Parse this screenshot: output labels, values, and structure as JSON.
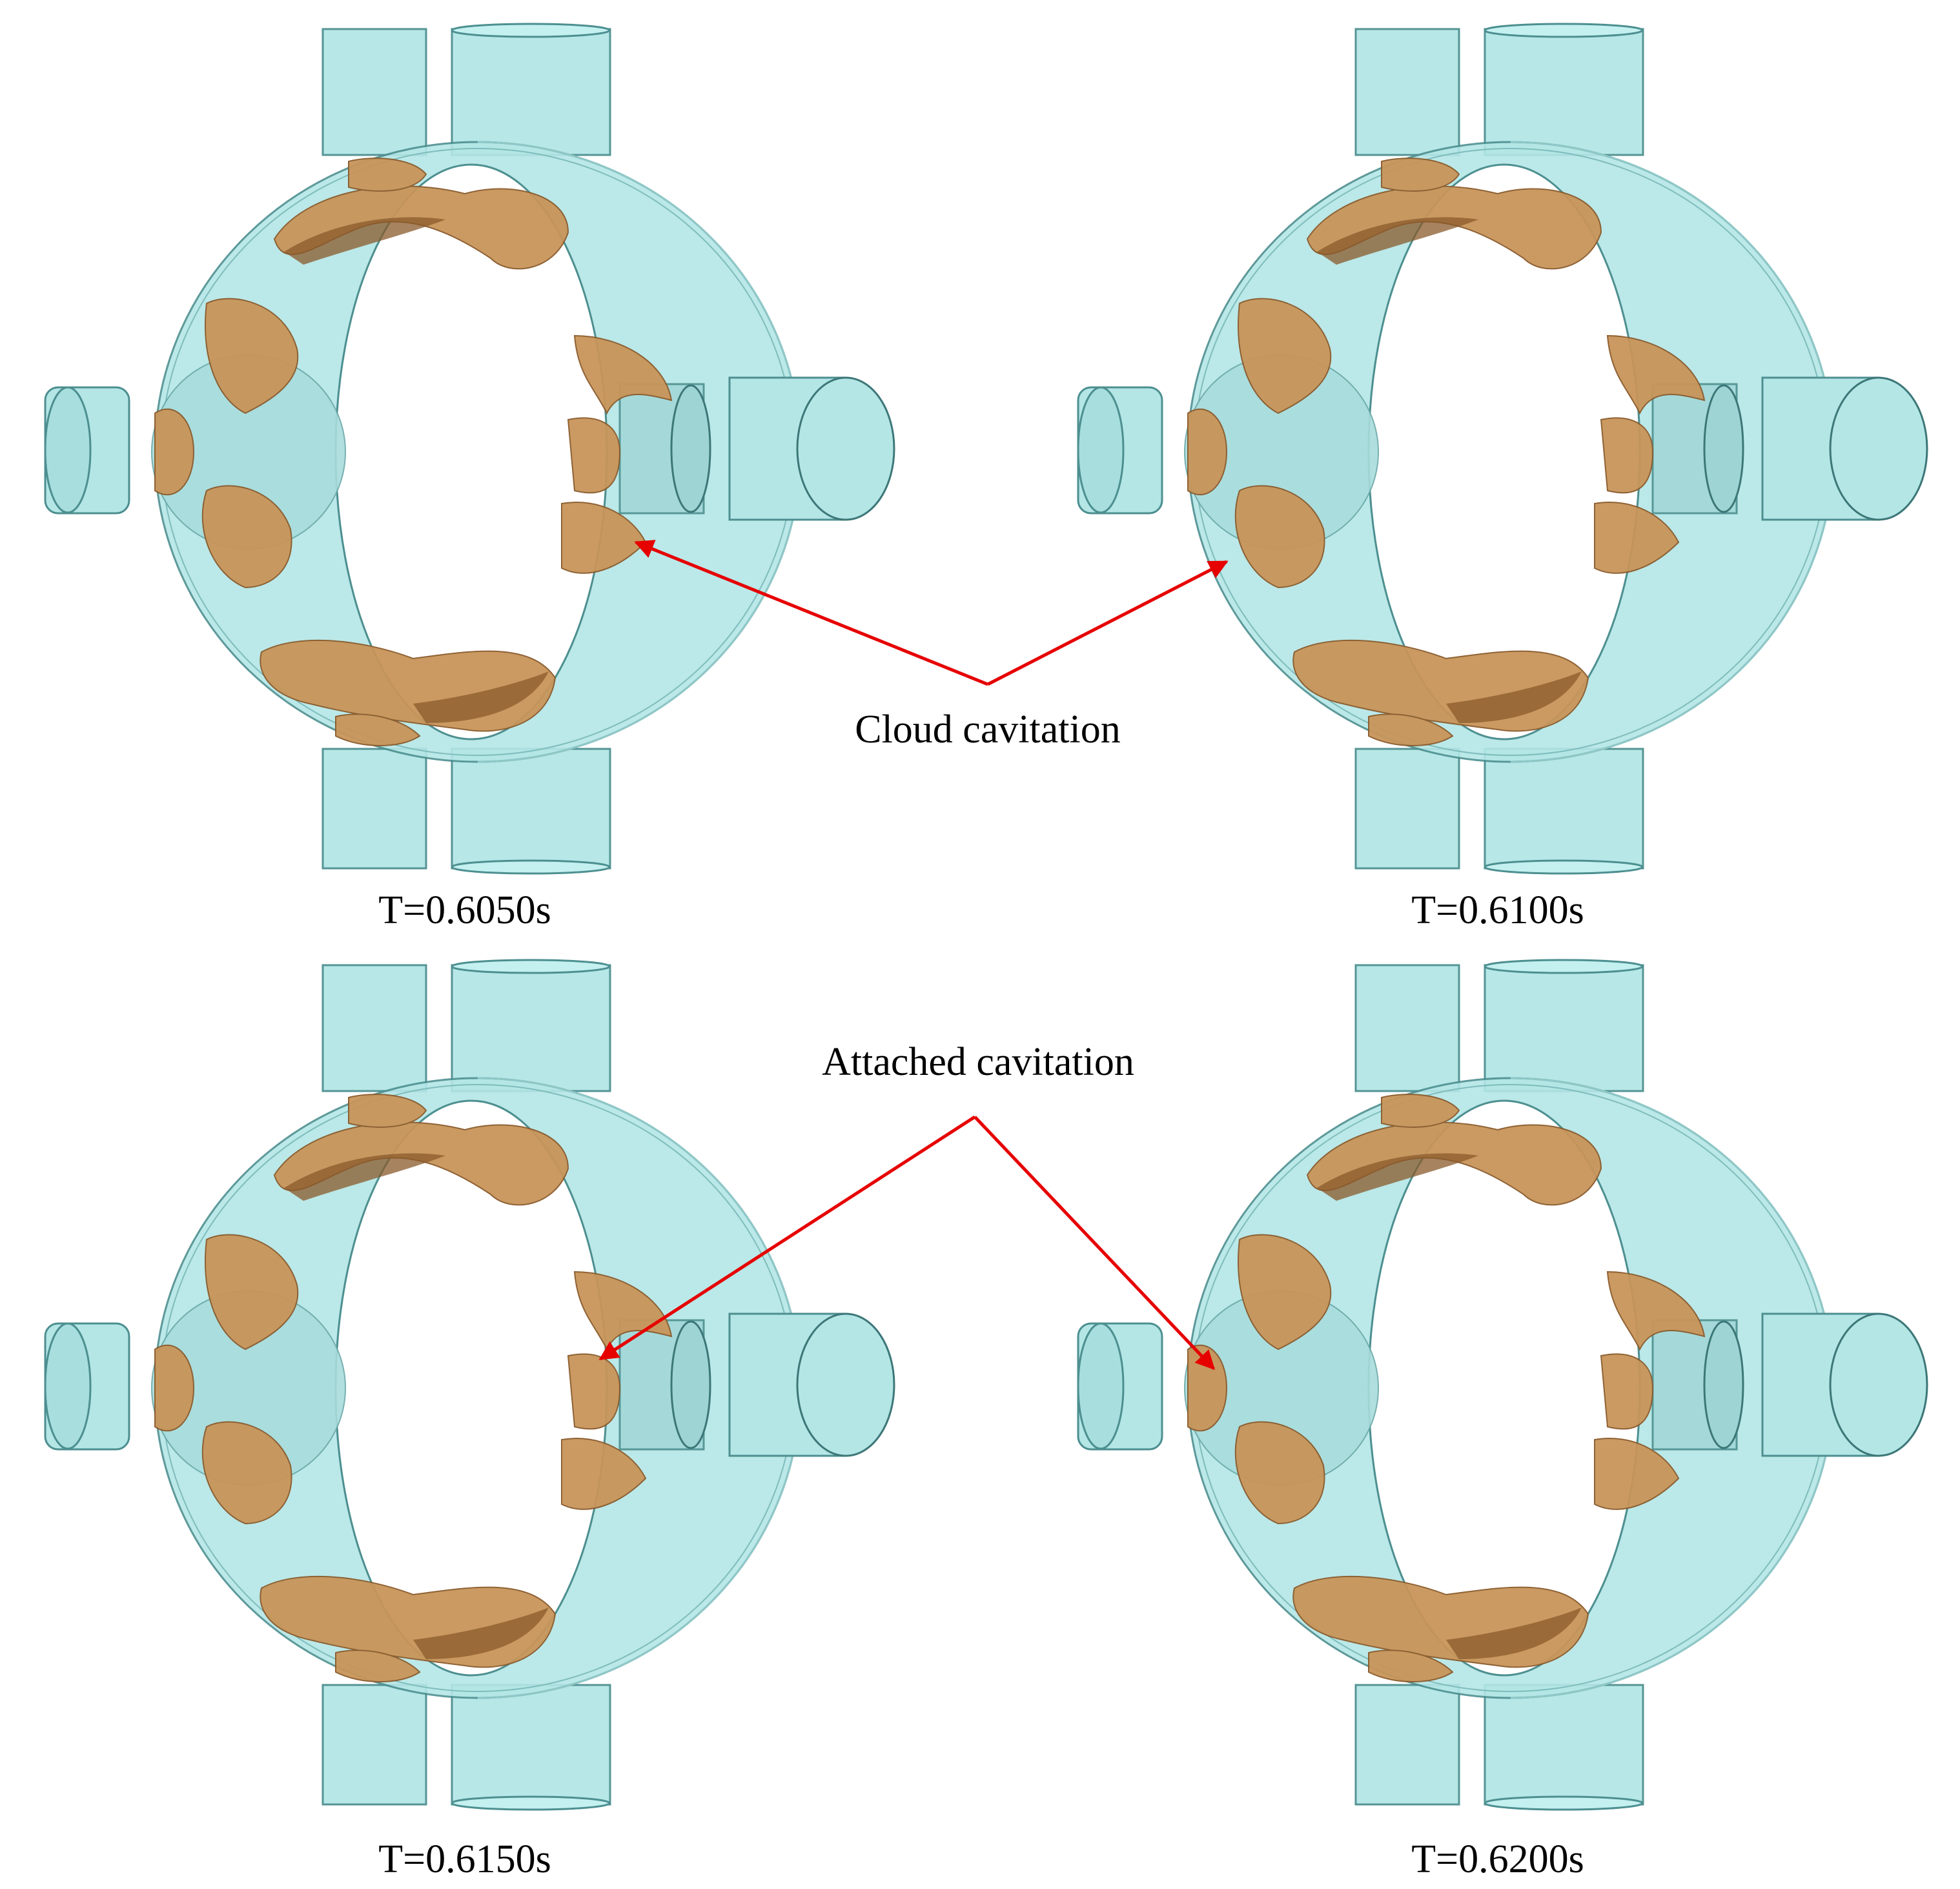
{
  "panels": [
    {
      "caption": "T=0.6050s"
    },
    {
      "caption": "T=0.6100s"
    },
    {
      "caption": "T=0.6150s"
    },
    {
      "caption": "T=0.6200s"
    }
  ],
  "annotations": {
    "cloud_cavitation": "Cloud cavitation",
    "attached_cavitation": "Attached cavitation"
  },
  "colors": {
    "body_fill": "#b4e6e6",
    "body_stroke": "#5f9ea0",
    "cavity_fill": "#c8955a",
    "cavity_dark": "#8a5a2b",
    "arrow": "#e60000",
    "text": "#000000"
  }
}
